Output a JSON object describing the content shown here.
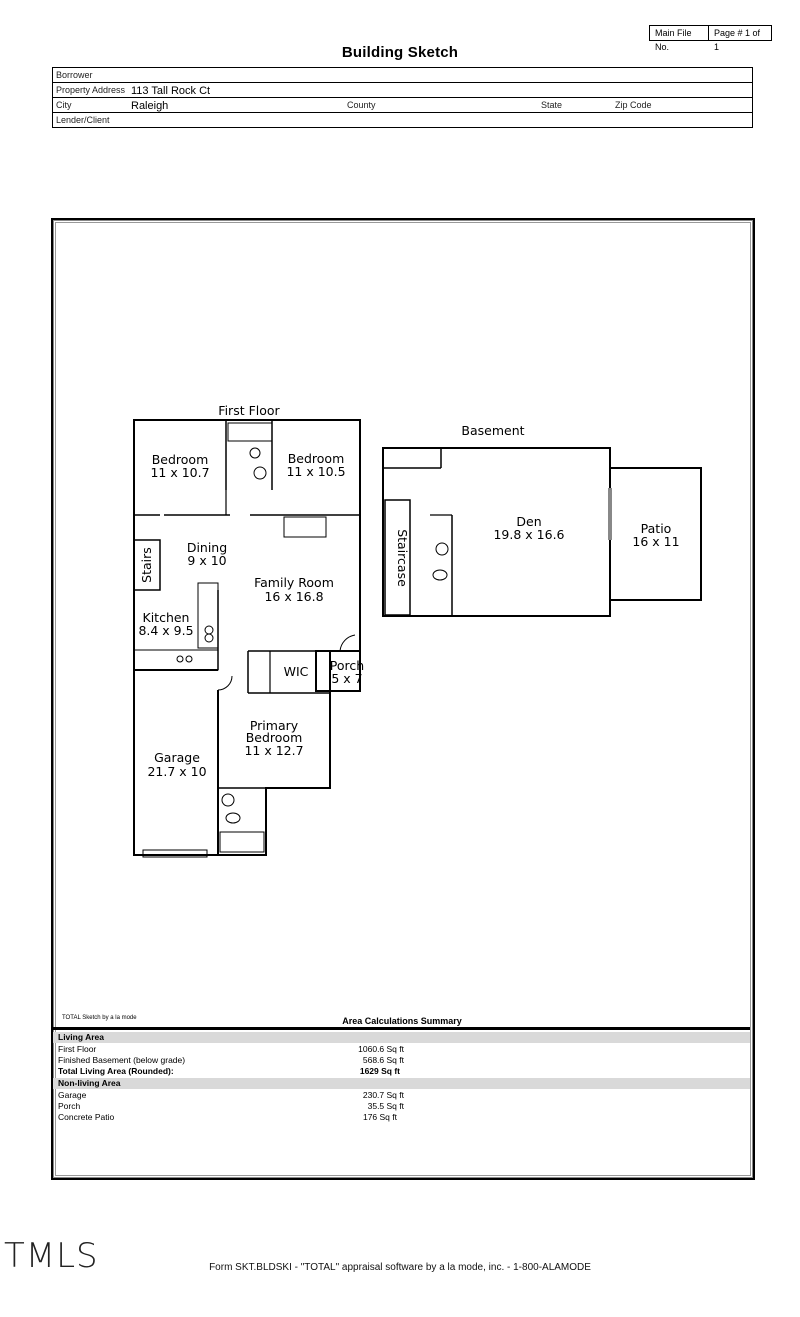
{
  "header": {
    "main_file_label": "Main File No.",
    "page_label": "Page # 1 of 1",
    "title": "Building Sketch",
    "borrower_label": "Borrower",
    "property_address_label": "Property Address",
    "property_address": "113 Tall Rock Ct",
    "city_label": "City",
    "city": "Raleigh",
    "county_label": "County",
    "state_label": "State",
    "zip_label": "Zip Code",
    "lender_label": "Lender/Client"
  },
  "sketch": {
    "first_floor_label": "First Floor",
    "basement_label": "Basement",
    "rooms": {
      "bedroom1_name": "Bedroom",
      "bedroom1_dim": "11 x 10.7",
      "bedroom2_name": "Bedroom",
      "bedroom2_dim": "11 x 10.5",
      "stairs": "Stairs",
      "dining_name": "Dining",
      "dining_dim": "9 x 10",
      "family_name": "Family Room",
      "family_dim": "16 x 16.8",
      "kitchen_name": "Kitchen",
      "kitchen_dim": "8.4 x 9.5",
      "wic": "WIC",
      "porch_name": "Porch",
      "porch_dim": "5 x 7",
      "primary_name1": "Primary",
      "primary_name2": "Bedroom",
      "primary_dim": "11 x 12.7",
      "garage_name": "Garage",
      "garage_dim": "21.7 x 10",
      "staircase": "Staircase",
      "den_name": "Den",
      "den_dim": "19.8 x 16.6",
      "patio_name": "Patio",
      "patio_dim": "16 x 11"
    }
  },
  "area_summary": {
    "software_note": "TOTAL Sketch by a la mode",
    "title": "Area Calculations Summary",
    "living_header": "Living Area",
    "living": [
      {
        "label": "First Floor",
        "value": "1060.6 Sq ft"
      },
      {
        "label": "Finished Basement (below grade)",
        "value": "568.6 Sq ft"
      }
    ],
    "total_label": "Total Living Area (Rounded):",
    "total_value": "1629 Sq ft",
    "nonliving_header": "Non-living Area",
    "nonliving": [
      {
        "label": "Garage",
        "value": "230.7 Sq ft"
      },
      {
        "label": "Porch",
        "value": "35.5 Sq ft"
      },
      {
        "label": "Concrete Patio",
        "value": "176 Sq ft"
      }
    ]
  },
  "logo": "TMLS",
  "footer": "Form SKT.BLDSKI - \"TOTAL\" appraisal software by a la mode, inc. - 1-800-ALAMODE"
}
